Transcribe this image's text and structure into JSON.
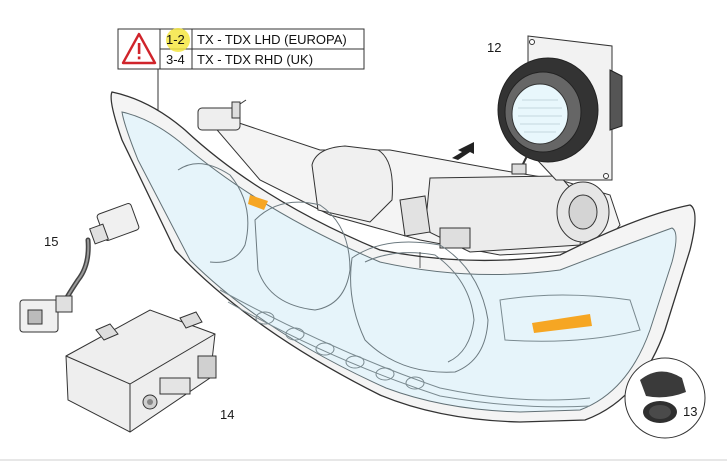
{
  "variant_table": {
    "rows": [
      {
        "code": "1-2",
        "text": "TX - TDX  LHD (EUROPA)"
      },
      {
        "code": "3-4",
        "text": "TX - TDX  RHD (UK)"
      }
    ],
    "warning_icon": "warning-triangle-icon",
    "highlight_color": "#f5e642"
  },
  "callouts": {
    "fog_light": "12",
    "grommet": "13",
    "control_module": "14",
    "wiring_harness": "15"
  },
  "colors": {
    "line": "#2b2b2b",
    "lens": "#dff3fb",
    "amber": "#f6a623",
    "warning_red": "#d0242b"
  }
}
